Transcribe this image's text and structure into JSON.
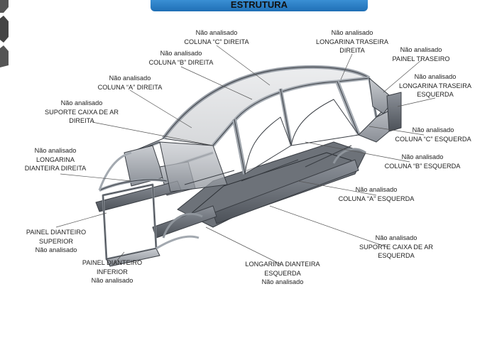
{
  "header": {
    "title": "ESTRUTURA"
  },
  "labels": {
    "coluna_c_direita": {
      "status": "Não analisado",
      "name": "COLUNA “C” DIREITA"
    },
    "longarina_traseira_direita": {
      "status": "Não analisado",
      "name1": "LONGARINA TRASEIRA",
      "name2": "DIREITA"
    },
    "painel_traseiro": {
      "status": "Não analisado",
      "name": "PAINEL TRASEIRO"
    },
    "coluna_b_direita": {
      "status": "Não analisado",
      "name": "COLUNA “B” DIREITA"
    },
    "longarina_traseira_esquerda": {
      "status": "Não analisado",
      "name1": "LONGARINA TRASEIRA",
      "name2": "ESQUERDA"
    },
    "coluna_a_direita": {
      "status": "Não analisado",
      "name": "COLUNA “A” DIREITA"
    },
    "suporte_caixa_ar_direita": {
      "status": "Não analisado",
      "name1": "SUPORTE CAIXA DE AR",
      "name2": "DIREITA"
    },
    "coluna_c_esquerda": {
      "status": "Não analisado",
      "name": "COLUNA “C” ESQUERDA"
    },
    "longarina_dianteira_direita": {
      "status": "Não analisado",
      "name1": "LONGARINA",
      "name2": "DIANTEIRA DIREITA"
    },
    "coluna_b_esquerda": {
      "status": "Não analisado",
      "name": "COLUNA “B” ESQUERDA"
    },
    "coluna_a_esquerda": {
      "status": "Não analisado",
      "name": "COLUNA “A” ESQUERDA"
    },
    "painel_dianteiro_superior": {
      "name1": "PAINEL DIANTEIRO",
      "name2": "SUPERIOR",
      "status": "Não analisado"
    },
    "suporte_caixa_ar_esquerda": {
      "status": "Não analisado",
      "name1": "SUPORTE CAIXA DE AR",
      "name2": "ESQUERDA"
    },
    "painel_dianteiro_inferior": {
      "name1": "PAINEL DIANTEIRO",
      "name2": "INFERIOR",
      "status": "Não analisado"
    },
    "longarina_dianteira_esquerda": {
      "name1": "LONGARINA DIANTEIRA",
      "name2": "ESQUERDA",
      "status": "Não analisado"
    }
  }
}
